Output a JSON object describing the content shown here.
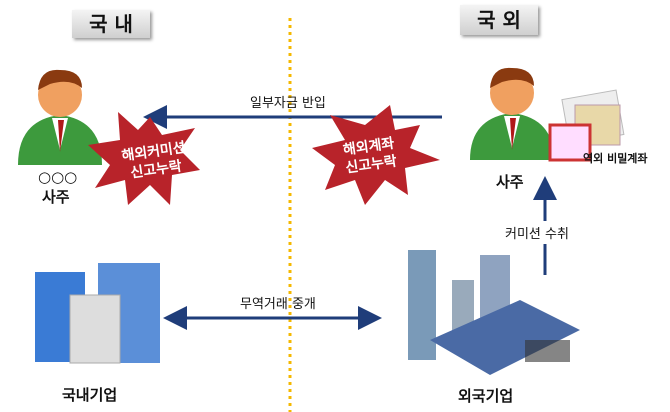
{
  "headers": {
    "domestic": "국 내",
    "overseas": "국 외"
  },
  "domestic_owner": {
    "name": "○○○",
    "role": "사주"
  },
  "overseas_owner": {
    "role": "사주",
    "account": "역외 비밀계좌"
  },
  "flows": {
    "fund_inflow": "일부자금 반입",
    "commission": "커미션 수취",
    "trade": "무역거래 중개"
  },
  "violations": [
    {
      "line1": "해외커미션",
      "line2": "신고누락"
    },
    {
      "line1": "해외계좌",
      "line2": "신고누락"
    }
  ],
  "companies": {
    "domestic": "국내기업",
    "foreign": "외국기업"
  },
  "colors": {
    "arrow": "#1f3d7a",
    "burst": "#b8232a",
    "divider": "#f5b800"
  }
}
